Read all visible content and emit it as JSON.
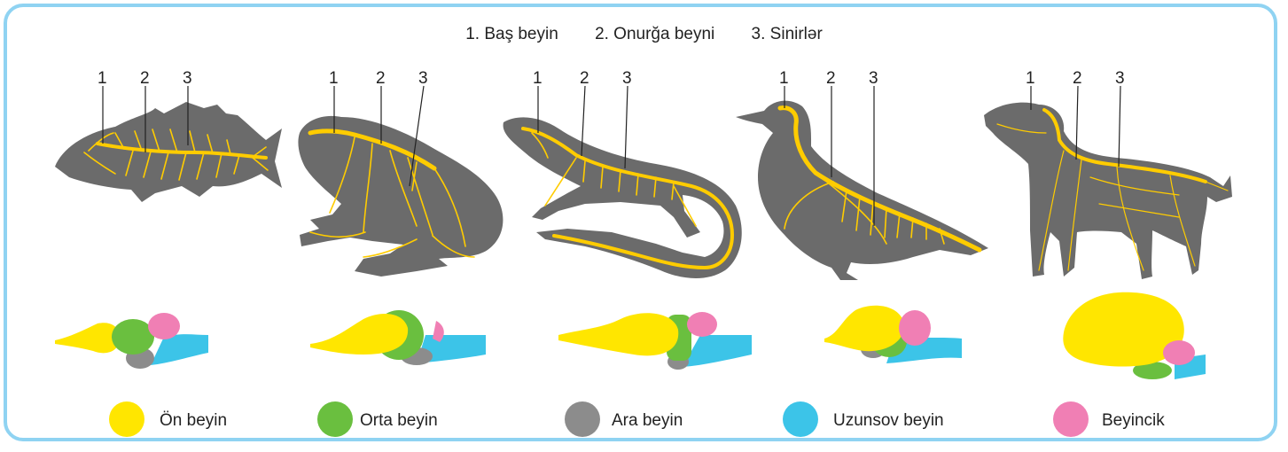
{
  "key_labels": [
    "1. Baş beyin",
    "2. Onurğa beyni",
    "3. Sinirlər"
  ],
  "animal_numbers": [
    "1",
    "2",
    "3"
  ],
  "animals": [
    {
      "name": "fish-icon"
    },
    {
      "name": "frog-icon"
    },
    {
      "name": "lizard-icon"
    },
    {
      "name": "bird-icon"
    },
    {
      "name": "dog-icon"
    }
  ],
  "brain_legend": [
    {
      "label": "Ön beyin",
      "color": "#ffe600"
    },
    {
      "label": "Orta beyin",
      "color": "#6abf3f"
    },
    {
      "label": "Ara beyin",
      "color": "#8c8c8c"
    },
    {
      "label": "Uzunsov beyin",
      "color": "#3cc4e8"
    },
    {
      "label": "Beyincik",
      "color": "#f07fb4"
    }
  ],
  "colors": {
    "body": "#6b6b6b",
    "nerve": "#ffcc00",
    "frame": "#8fd3f2"
  }
}
